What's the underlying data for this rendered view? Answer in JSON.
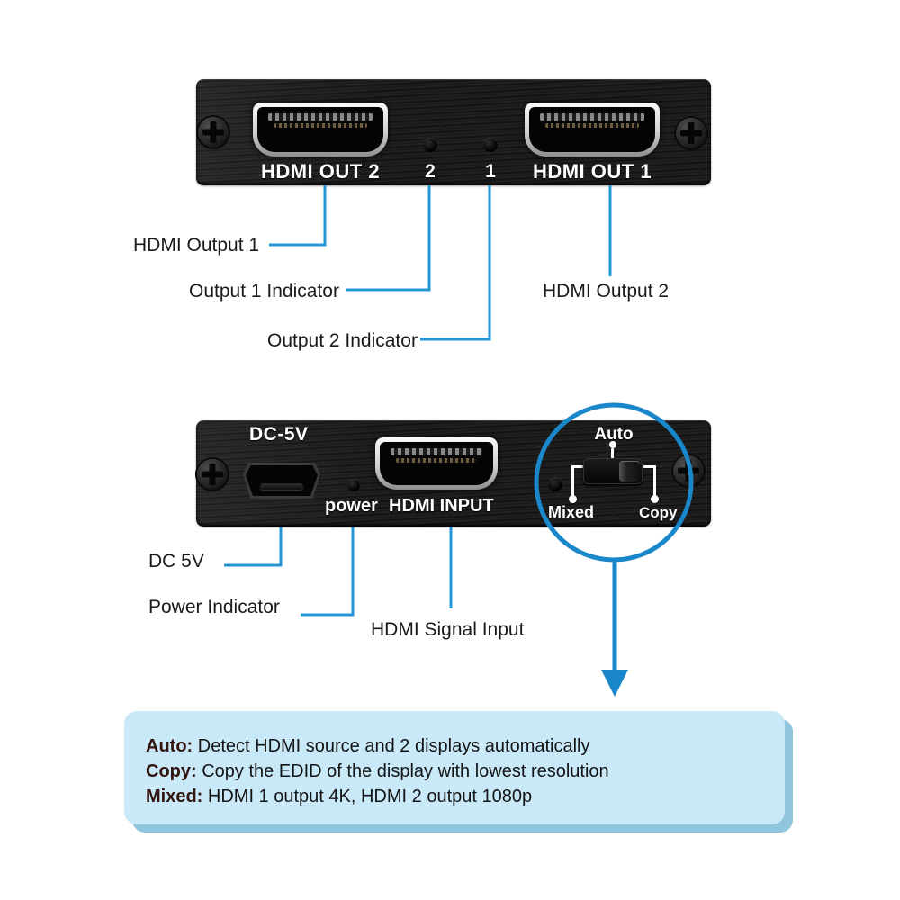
{
  "device": {
    "top_panel": {
      "port_left_label": "HDMI OUT 2",
      "port_right_label": "HDMI OUT 1",
      "indicator_left": "2",
      "indicator_right": "1"
    },
    "bottom_panel": {
      "dc_label": "DC-5V",
      "power_label": "power",
      "input_label": "HDMI INPUT",
      "switch_top": "Auto",
      "switch_left": "Mixed",
      "switch_right": "Copy"
    }
  },
  "callouts": {
    "hdmi_output_1": "HDMI Output 1",
    "output_1_indicator": "Output 1 Indicator",
    "output_2_indicator": "Output 2 Indicator",
    "hdmi_output_2": "HDMI Output 2",
    "dc_5v": "DC 5V",
    "power_indicator": "Power Indicator",
    "hdmi_signal_input": "HDMI Signal Input"
  },
  "info_box": {
    "lines": [
      {
        "term": "Auto:",
        "desc": " Detect HDMI source and 2 displays automatically"
      },
      {
        "term": "Copy:",
        "desc": " Copy the EDID of the display with lowest resolution"
      },
      {
        "term": "Mixed:",
        "desc": " HDMI 1 output 4K, HDMI 2 output 1080p"
      }
    ]
  },
  "colors": {
    "callout_blue": "#2596d3",
    "accent_blue": "#1987c9",
    "info_box_bg": "#c9e8f8",
    "info_box_shadow": "#8fc5dd"
  }
}
